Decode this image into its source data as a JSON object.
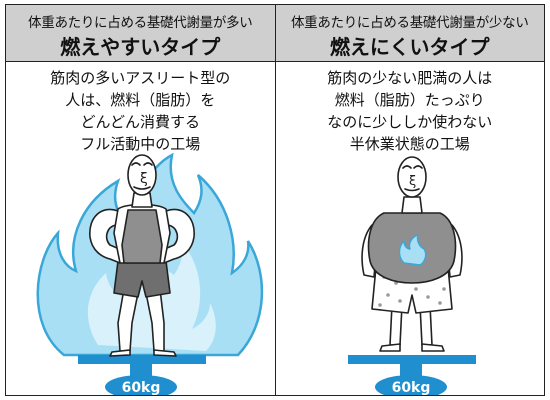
{
  "panels": [
    {
      "subtitle": "体重あたりに占める基礎代謝量が多い",
      "title": "燃えやすいタイプ",
      "description": [
        "筋肉の多いアスリート型の",
        "人は、燃料（脂肪）を",
        "どんどん消費する",
        "フル活動中の工場"
      ],
      "weight": "60kg",
      "icon": "muscular-athlete-with-flame"
    },
    {
      "subtitle": "体重あたりに占める基礎代謝量が少ない",
      "title": "燃えにくいタイプ",
      "description": [
        "筋肉の少ない肥満の人は",
        "燃料（脂肪）たっぷり",
        "なのに少ししか使わない",
        "半休業状態の工場"
      ],
      "weight": "60kg",
      "icon": "overweight-person-with-small-flame"
    }
  ],
  "colors": {
    "header_bg": "#cfcfcf",
    "flame_light": "#a9dff5",
    "flame_stroke": "#3aa7d8",
    "scale_blue": "#1f8fd0",
    "shirt_gray": "#8f8f8f",
    "shorts_gray": "#6f6f6f"
  }
}
